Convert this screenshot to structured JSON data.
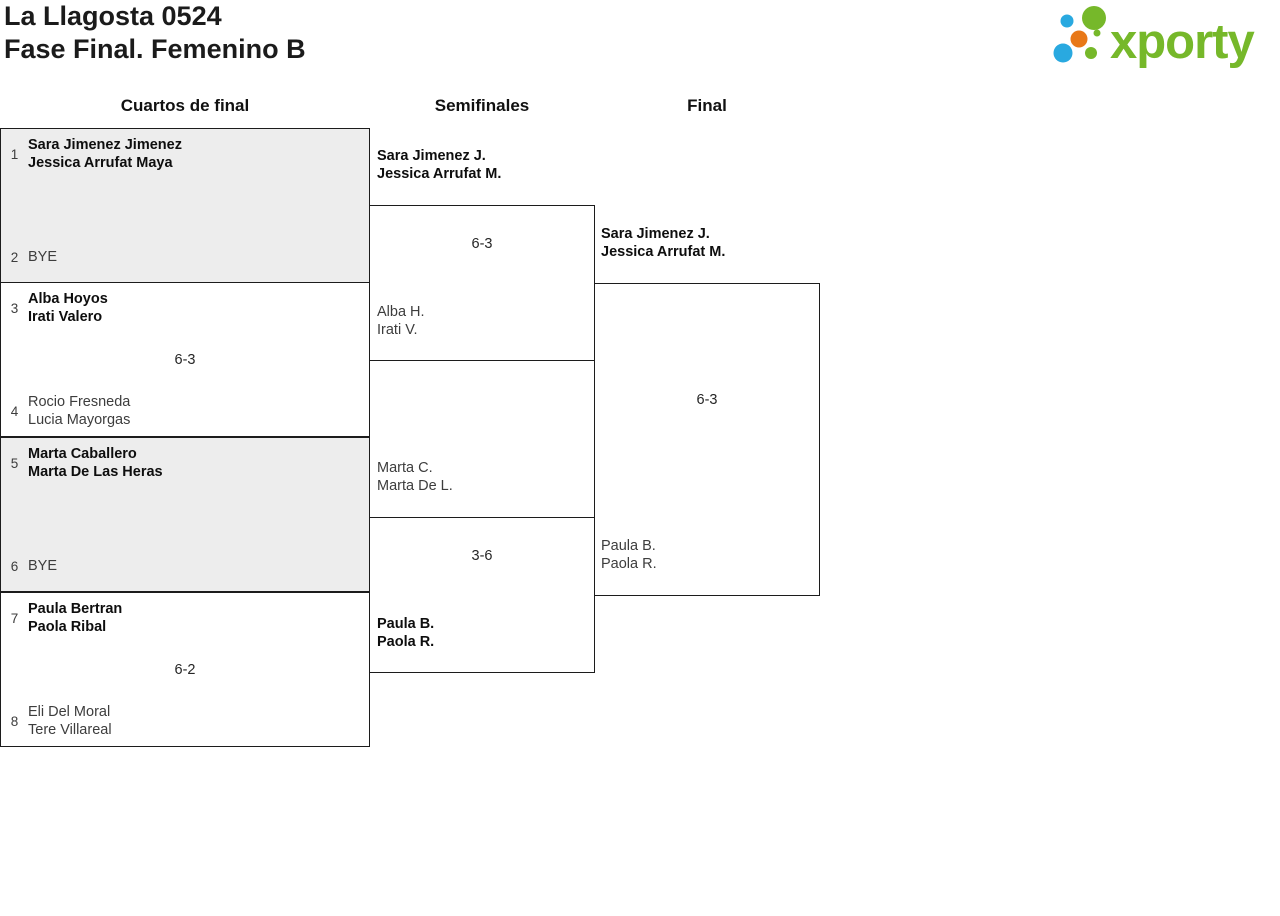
{
  "page": {
    "title_line1": "La Llagosta 0524",
    "title_line2": "Fase Final. Femenino B"
  },
  "logo": {
    "text": "xporty",
    "green": "#76b82a",
    "blue": "#29a9e0",
    "orange": "#e87818"
  },
  "round_headers": {
    "quarterfinals": "Cuartos de final",
    "semifinals": "Semifinales",
    "final": "Final"
  },
  "colors": {
    "shaded_box": "#ededed",
    "box_border": "#1c1c1c",
    "winner_text": "#0e0e0e",
    "loser_text": "#3d3d3d"
  },
  "bracket": {
    "quarterfinals": [
      {
        "seed_a": "1",
        "team_a_line1": "Sara Jimenez Jimenez",
        "team_a_line2": "Jessica Arrufat Maya",
        "team_a_winner": true,
        "score": "",
        "seed_b": "2",
        "team_b_line1": "BYE",
        "team_b_line2": "",
        "team_b_winner": false
      },
      {
        "seed_a": "3",
        "team_a_line1": "Alba Hoyos",
        "team_a_line2": "Irati Valero",
        "team_a_winner": true,
        "score": "6-3",
        "seed_b": "4",
        "team_b_line1": "Rocio Fresneda",
        "team_b_line2": "Lucia Mayorgas",
        "team_b_winner": false
      },
      {
        "seed_a": "5",
        "team_a_line1": "Marta Caballero",
        "team_a_line2": "Marta De Las Heras",
        "team_a_winner": true,
        "score": "",
        "seed_b": "6",
        "team_b_line1": "BYE",
        "team_b_line2": "",
        "team_b_winner": false
      },
      {
        "seed_a": "7",
        "team_a_line1": "Paula Bertran",
        "team_a_line2": "Paola Ribal",
        "team_a_winner": true,
        "score": "6-2",
        "seed_b": "8",
        "team_b_line1": "Eli Del Moral",
        "team_b_line2": "Tere Villareal",
        "team_b_winner": false
      }
    ],
    "semifinals": [
      {
        "team_a_line1": "Sara Jimenez J.",
        "team_a_line2": "Jessica Arrufat M.",
        "team_a_winner": true,
        "score": "6-3",
        "team_b_line1": "Alba H.",
        "team_b_line2": "Irati V.",
        "team_b_winner": false
      },
      {
        "team_a_line1": "Marta C.",
        "team_a_line2": "Marta De L.",
        "team_a_winner": false,
        "score": "3-6",
        "team_b_line1": "Paula B.",
        "team_b_line2": "Paola R.",
        "team_b_winner": true
      }
    ],
    "final": {
      "team_a_line1": "Sara Jimenez J.",
      "team_a_line2": "Jessica Arrufat M.",
      "team_a_winner": true,
      "score": "6-3",
      "team_b_line1": "Paula B.",
      "team_b_line2": "Paola R.",
      "team_b_winner": false
    }
  }
}
